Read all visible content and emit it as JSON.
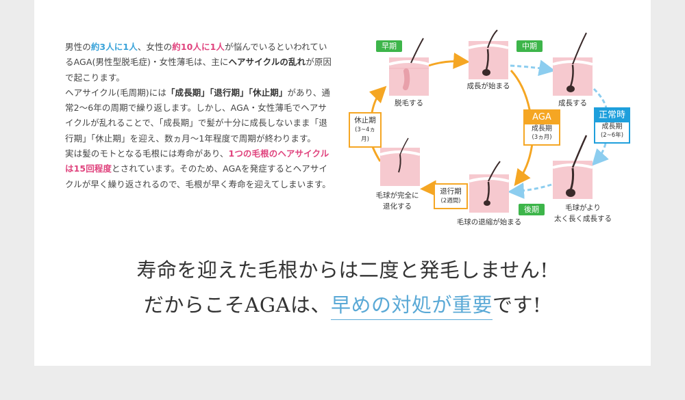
{
  "paragraph": {
    "p1": {
      "t1": "男性の",
      "h1": "約3人に1人",
      "t2": "、女性の",
      "h2": "約10人に1人",
      "t3": "が悩んでいるといわれているAGA(男性型脱毛症)・女性薄毛は、主に",
      "b1": "ヘアサイクルの乱れ",
      "t4": "が原因で起こります。"
    },
    "p2": {
      "t1": "ヘアサイクル(毛周期)には",
      "b1": "「成長期」「退行期」「休止期」",
      "t2": "があり、通常2～6年の周期で繰り返します。しかし、AGA・女性薄毛でヘアサイクルが乱れることで、「成長期」で髪が十分に成長しないまま「退行期」「休止期」を迎え、数ヵ月～1年程度で周期が終わります。"
    },
    "p3": {
      "t1": "実は髪のモトとなる毛根には寿命があり、",
      "h1": "1つの毛根のヘアサイクルは15回程度",
      "t2": "とされています。そのため、AGAを発症するとヘアサイクルが早く繰り返されるので、毛根が早く寿命を迎えてしまいます。"
    }
  },
  "diagram": {
    "tags": {
      "early": "早期",
      "middle": "中期",
      "late": "後期"
    },
    "stages": {
      "shedding": "脱毛する",
      "growth_start": "成長が始まる",
      "growing": "成長する",
      "thicker": [
        "毛球がより",
        "太く長く成長する"
      ],
      "regress_start": "毛球の退縮が始まる",
      "regressed": [
        "毛球が完全に",
        "退化する"
      ]
    },
    "boxes": {
      "resting": {
        "title": "休止期",
        "sub": "(3~4ヵ月)"
      },
      "regression": {
        "title": "退行期",
        "sub": "(2週間)"
      },
      "aga": {
        "head": "AGA",
        "title": "成長期",
        "sub": "(3ヵ月)"
      },
      "normal": {
        "head": "正常時",
        "title": "成長期",
        "sub": "(2~6年)"
      }
    },
    "colors": {
      "aga_orange": "#f5a623",
      "normal_blue": "#1e9fdc",
      "tag_green": "#3db54a",
      "skin": "#f6c9cf"
    }
  },
  "headline": {
    "line1": "寿命を迎えた毛根からは二度と発毛しません!",
    "line2_pre": "だからこそAGAは、",
    "line2_accent": "早めの対処が重要",
    "line2_post": "です!"
  }
}
